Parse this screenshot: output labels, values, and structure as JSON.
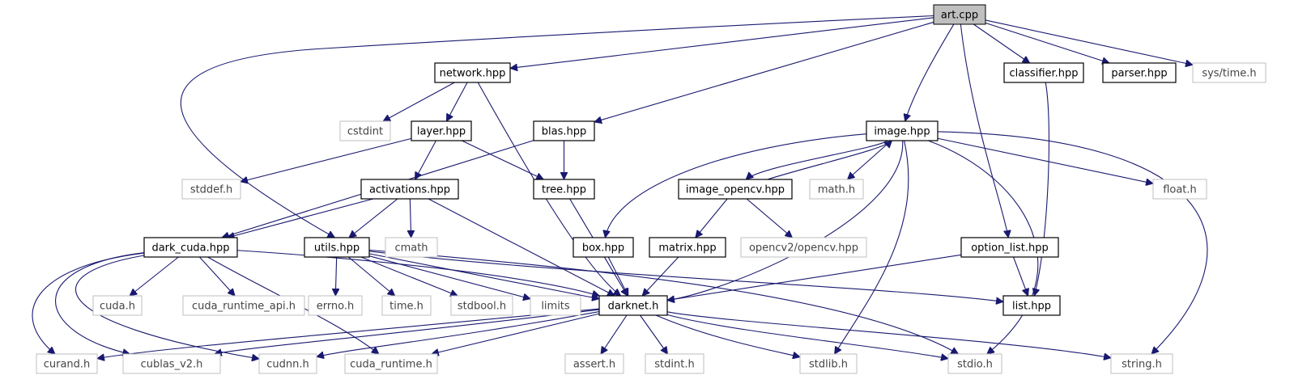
{
  "graph": {
    "nodes": [
      {
        "id": "art",
        "label": "art.cpp",
        "kind": "root"
      },
      {
        "id": "network",
        "label": "network.hpp",
        "kind": "local"
      },
      {
        "id": "classifier",
        "label": "classifier.hpp",
        "kind": "local"
      },
      {
        "id": "parser",
        "label": "parser.hpp",
        "kind": "local"
      },
      {
        "id": "systime",
        "label": "sys/time.h",
        "kind": "system"
      },
      {
        "id": "cstdint",
        "label": "cstdint",
        "kind": "system"
      },
      {
        "id": "layer",
        "label": "layer.hpp",
        "kind": "local"
      },
      {
        "id": "blas",
        "label": "blas.hpp",
        "kind": "local"
      },
      {
        "id": "image",
        "label": "image.hpp",
        "kind": "local"
      },
      {
        "id": "stddef",
        "label": "stddef.h",
        "kind": "system"
      },
      {
        "id": "activations",
        "label": "activations.hpp",
        "kind": "local"
      },
      {
        "id": "tree",
        "label": "tree.hpp",
        "kind": "local"
      },
      {
        "id": "image_opencv",
        "label": "image_opencv.hpp",
        "kind": "local"
      },
      {
        "id": "math",
        "label": "math.h",
        "kind": "system"
      },
      {
        "id": "float",
        "label": "float.h",
        "kind": "system"
      },
      {
        "id": "dark_cuda",
        "label": "dark_cuda.hpp",
        "kind": "local"
      },
      {
        "id": "utils",
        "label": "utils.hpp",
        "kind": "local"
      },
      {
        "id": "cmath",
        "label": "cmath",
        "kind": "system"
      },
      {
        "id": "box",
        "label": "box.hpp",
        "kind": "local"
      },
      {
        "id": "matrix",
        "label": "matrix.hpp",
        "kind": "local"
      },
      {
        "id": "opencv",
        "label": "opencv2/opencv.hpp",
        "kind": "system"
      },
      {
        "id": "option_list",
        "label": "option_list.hpp",
        "kind": "local"
      },
      {
        "id": "cuda",
        "label": "cuda.h",
        "kind": "system"
      },
      {
        "id": "cuda_runtime_api",
        "label": "cuda_runtime_api.h",
        "kind": "system"
      },
      {
        "id": "errno",
        "label": "errno.h",
        "kind": "system"
      },
      {
        "id": "time",
        "label": "time.h",
        "kind": "system"
      },
      {
        "id": "stdbool",
        "label": "stdbool.h",
        "kind": "system"
      },
      {
        "id": "limits",
        "label": "limits",
        "kind": "system"
      },
      {
        "id": "darknet",
        "label": "darknet.h",
        "kind": "local"
      },
      {
        "id": "list",
        "label": "list.hpp",
        "kind": "local"
      },
      {
        "id": "curand",
        "label": "curand.h",
        "kind": "system"
      },
      {
        "id": "cublas",
        "label": "cublas_v2.h",
        "kind": "system"
      },
      {
        "id": "cudnn",
        "label": "cudnn.h",
        "kind": "system"
      },
      {
        "id": "cuda_runtime",
        "label": "cuda_runtime.h",
        "kind": "system"
      },
      {
        "id": "assert",
        "label": "assert.h",
        "kind": "system"
      },
      {
        "id": "stdint",
        "label": "stdint.h",
        "kind": "system"
      },
      {
        "id": "stdlib",
        "label": "stdlib.h",
        "kind": "system"
      },
      {
        "id": "stdio",
        "label": "stdio.h",
        "kind": "system"
      },
      {
        "id": "string",
        "label": "string.h",
        "kind": "system"
      }
    ],
    "edges": [
      [
        "art",
        "network"
      ],
      [
        "art",
        "utils"
      ],
      [
        "art",
        "blas"
      ],
      [
        "art",
        "image"
      ],
      [
        "art",
        "classifier"
      ],
      [
        "art",
        "parser"
      ],
      [
        "art",
        "systime"
      ],
      [
        "art",
        "option_list"
      ],
      [
        "network",
        "cstdint"
      ],
      [
        "network",
        "layer"
      ],
      [
        "network",
        "darknet"
      ],
      [
        "layer",
        "stddef"
      ],
      [
        "layer",
        "activations"
      ],
      [
        "layer",
        "tree"
      ],
      [
        "blas",
        "dark_cuda"
      ],
      [
        "blas",
        "tree"
      ],
      [
        "tree",
        "darknet"
      ],
      [
        "activations",
        "dark_cuda"
      ],
      [
        "activations",
        "utils"
      ],
      [
        "activations",
        "cmath"
      ],
      [
        "activations",
        "darknet"
      ],
      [
        "image",
        "image_opencv"
      ],
      [
        "image_opencv",
        "image"
      ],
      [
        "image",
        "math"
      ],
      [
        "image",
        "float"
      ],
      [
        "image",
        "box"
      ],
      [
        "image",
        "darknet"
      ],
      [
        "image",
        "stdlib"
      ],
      [
        "image",
        "stdio"
      ],
      [
        "image",
        "string"
      ],
      [
        "image_opencv",
        "matrix"
      ],
      [
        "image_opencv",
        "opencv"
      ],
      [
        "box",
        "darknet"
      ],
      [
        "matrix",
        "darknet"
      ],
      [
        "classifier",
        "list"
      ],
      [
        "option_list",
        "list"
      ],
      [
        "option_list",
        "darknet"
      ],
      [
        "dark_cuda",
        "cuda"
      ],
      [
        "dark_cuda",
        "cuda_runtime_api"
      ],
      [
        "dark_cuda",
        "cuda_runtime"
      ],
      [
        "dark_cuda",
        "curand"
      ],
      [
        "dark_cuda",
        "cublas"
      ],
      [
        "dark_cuda",
        "cudnn"
      ],
      [
        "dark_cuda",
        "darknet"
      ],
      [
        "utils",
        "errno"
      ],
      [
        "utils",
        "time"
      ],
      [
        "utils",
        "stdbool"
      ],
      [
        "utils",
        "limits"
      ],
      [
        "utils",
        "darknet"
      ],
      [
        "utils",
        "list"
      ],
      [
        "utils",
        "stdio"
      ],
      [
        "darknet",
        "assert"
      ],
      [
        "darknet",
        "stdint"
      ],
      [
        "darknet",
        "stdlib"
      ],
      [
        "darknet",
        "stdio"
      ],
      [
        "darknet",
        "string"
      ],
      [
        "darknet",
        "curand"
      ],
      [
        "darknet",
        "cublas"
      ],
      [
        "darknet",
        "cudnn"
      ],
      [
        "darknet",
        "cuda_runtime"
      ]
    ]
  }
}
